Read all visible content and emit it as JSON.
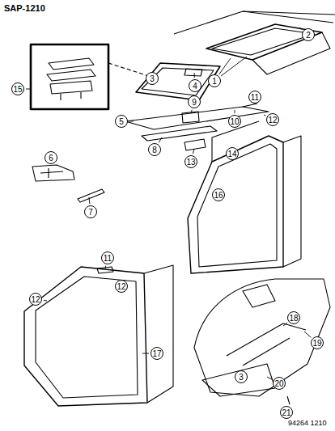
{
  "diagram": {
    "labels": [
      "SAP-1210",
      "2",
      "1",
      "15",
      "3",
      "4",
      "9",
      "5",
      "10",
      "11",
      "12",
      "8",
      "13",
      "14",
      "6",
      "7",
      "16",
      "11",
      "12",
      "12",
      "17",
      "18",
      "19",
      "3",
      "20",
      "21",
      "94264 1210"
    ]
  }
}
